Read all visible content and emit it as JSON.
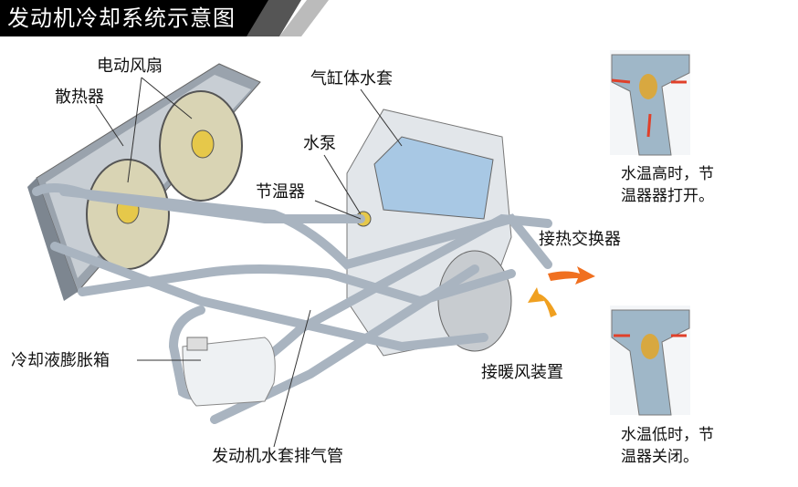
{
  "title": "发动机冷却系统示意图",
  "labels": {
    "radiator": "散热器",
    "electric_fan": "电动风扇",
    "cylinder_water_jacket": "气缸体水套",
    "water_pump": "水泵",
    "thermostat": "节温器",
    "to_heat_exchanger": "接热交换器",
    "expansion_tank": "冷却液膨胀箱",
    "to_heater": "接暖风装置",
    "vent_pipe": "发动机水套排气管"
  },
  "insets": {
    "high_temp_line1": "水温高时，节",
    "high_temp_line2": "温器器打开。",
    "low_temp_line1": "水温低时，节",
    "low_temp_line2": "温器关闭。"
  },
  "colors": {
    "title_bg": "#000000",
    "pipe": "#a9b4c0",
    "flow_hot": "#e0402a",
    "flow_cold": "#3a7fd0",
    "arrow_warm": "#f07020"
  }
}
